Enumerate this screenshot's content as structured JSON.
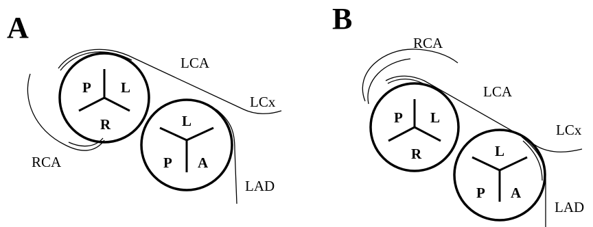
{
  "panels": [
    {
      "letter": "A",
      "aortic_cusps": {
        "posterior": "P",
        "left": "L",
        "right": "R"
      },
      "pulmonary_cusps": {
        "left": "L",
        "posterior": "P",
        "anterior": "A"
      },
      "vessels": {
        "lca": "LCA",
        "lcx": "LCx",
        "rca": "RCA",
        "lad": "LAD"
      }
    },
    {
      "letter": "B",
      "aortic_cusps": {
        "posterior": "P",
        "left": "L",
        "right": "R"
      },
      "pulmonary_cusps": {
        "left": "L",
        "posterior": "P",
        "anterior": "A"
      },
      "vessels": {
        "rca": "RCA",
        "lca": "LCA",
        "lcx": "LCx",
        "lad": "LAD"
      }
    }
  ],
  "colors": {
    "ink": "#000000",
    "background": "#ffffff"
  }
}
